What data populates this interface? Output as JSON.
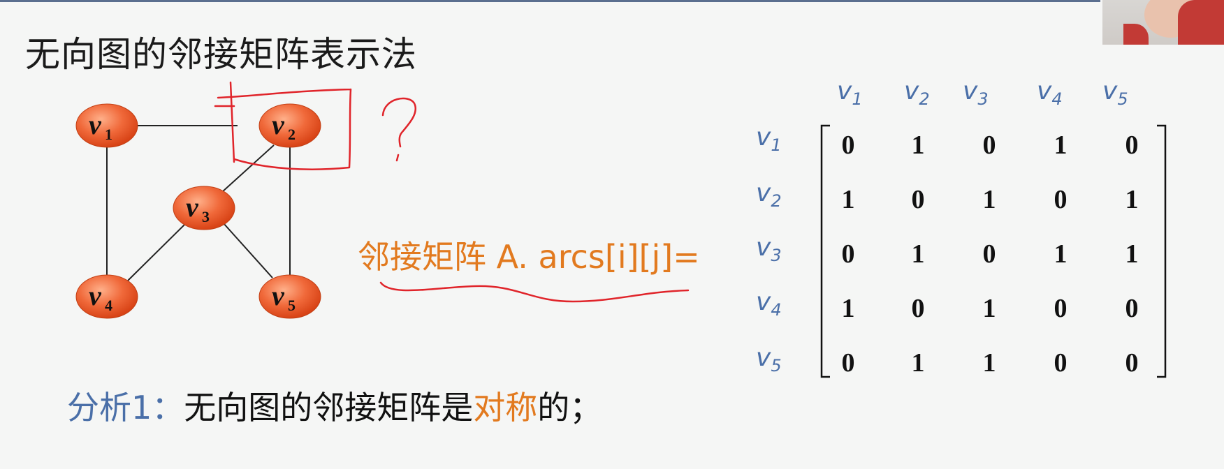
{
  "slide": {
    "title": "无向图的邻接矩阵表示法",
    "formula": "邻接矩阵 A. arcs[i][j]=",
    "analysis": {
      "label": "分析1：",
      "text_before": "无向图的邻接矩阵是",
      "highlight": "对称",
      "text_after": "的；"
    }
  },
  "graph": {
    "nodes": [
      {
        "id": "v1",
        "letter": "v",
        "sub": "1"
      },
      {
        "id": "v2",
        "letter": "v",
        "sub": "2"
      },
      {
        "id": "v3",
        "letter": "v",
        "sub": "3"
      },
      {
        "id": "v4",
        "letter": "v",
        "sub": "4"
      },
      {
        "id": "v5",
        "letter": "v",
        "sub": "5"
      }
    ],
    "edges": [
      [
        "v1",
        "v2"
      ],
      [
        "v1",
        "v4"
      ],
      [
        "v2",
        "v3"
      ],
      [
        "v2",
        "v5"
      ],
      [
        "v3",
        "v4"
      ],
      [
        "v3",
        "v5"
      ]
    ],
    "node_color": "#e8562a"
  },
  "matrix": {
    "col_headers": [
      {
        "letter": "v",
        "sub": "1"
      },
      {
        "letter": "v",
        "sub": "2"
      },
      {
        "letter": "v",
        "sub": "3"
      },
      {
        "letter": "v",
        "sub": "4"
      },
      {
        "letter": "v",
        "sub": "5"
      }
    ],
    "row_headers": [
      {
        "letter": "v",
        "sub": "1"
      },
      {
        "letter": "v",
        "sub": "2"
      },
      {
        "letter": "v",
        "sub": "3"
      },
      {
        "letter": "v",
        "sub": "4"
      },
      {
        "letter": "v",
        "sub": "5"
      }
    ],
    "rows": [
      [
        "0",
        "1",
        "0",
        "1",
        "0"
      ],
      [
        "1",
        "0",
        "1",
        "0",
        "1"
      ],
      [
        "0",
        "1",
        "0",
        "1",
        "1"
      ],
      [
        "1",
        "0",
        "1",
        "0",
        "0"
      ],
      [
        "0",
        "1",
        "1",
        "0",
        "0"
      ]
    ]
  },
  "annotations": {
    "question_mark": "?",
    "ink_color": "#e0242a"
  },
  "colors": {
    "accent_orange": "#e27a1f",
    "label_blue": "#4a6fa8"
  }
}
